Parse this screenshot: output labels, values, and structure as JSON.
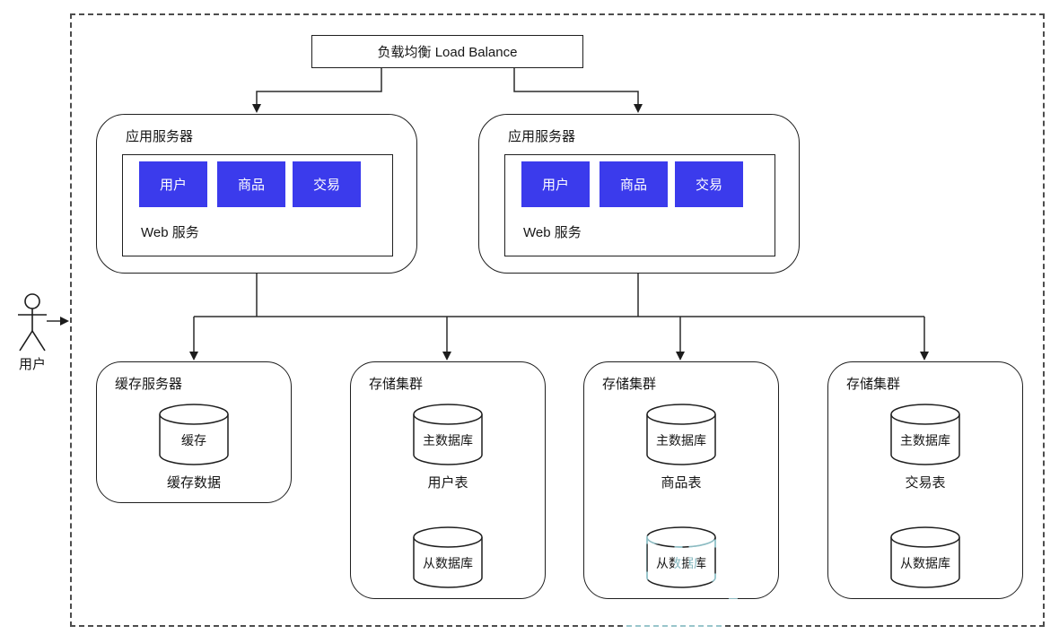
{
  "diagram": {
    "colors": {
      "module_blue": "#3b3bec",
      "line": "#2b2b2b",
      "watermark_cyan": "#aeeaf2"
    },
    "load_balancer": {
      "label": "负载均衡 Load Balance"
    },
    "actor": {
      "label": "用户"
    },
    "app_servers": [
      {
        "title": "应用服务器",
        "web_label": "Web 服务",
        "modules": [
          "用户",
          "商品",
          "交易"
        ]
      },
      {
        "title": "应用服务器",
        "web_label": "Web 服务",
        "modules": [
          "用户",
          "商品",
          "交易"
        ]
      }
    ],
    "cache_server": {
      "title": "缓存服务器",
      "db_label": "缓存",
      "caption": "缓存数据"
    },
    "storage_clusters": [
      {
        "title": "存储集群",
        "master_label": "主数据库",
        "table_label": "用户表",
        "slave_label": "从数据库"
      },
      {
        "title": "存储集群",
        "master_label": "主数据库",
        "table_label": "商品表",
        "slave_label": "从数据库"
      },
      {
        "title": "存储集群",
        "master_label": "主数据库",
        "table_label": "交易表",
        "slave_label": "从数据库"
      }
    ]
  }
}
